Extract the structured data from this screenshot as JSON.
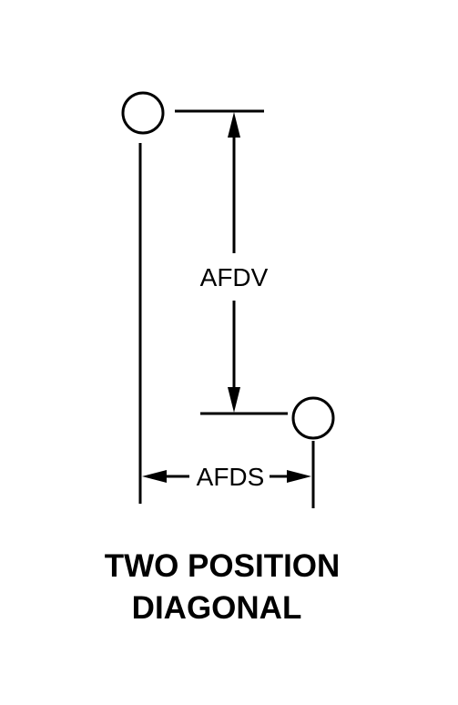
{
  "diagram": {
    "vertical_dimension_label": "AFDV",
    "horizontal_dimension_label": "AFDS",
    "caption_line1": "TWO POSITION",
    "caption_line2": "DIAGONAL"
  },
  "colors": {
    "line": "#000000",
    "background": "#ffffff"
  }
}
